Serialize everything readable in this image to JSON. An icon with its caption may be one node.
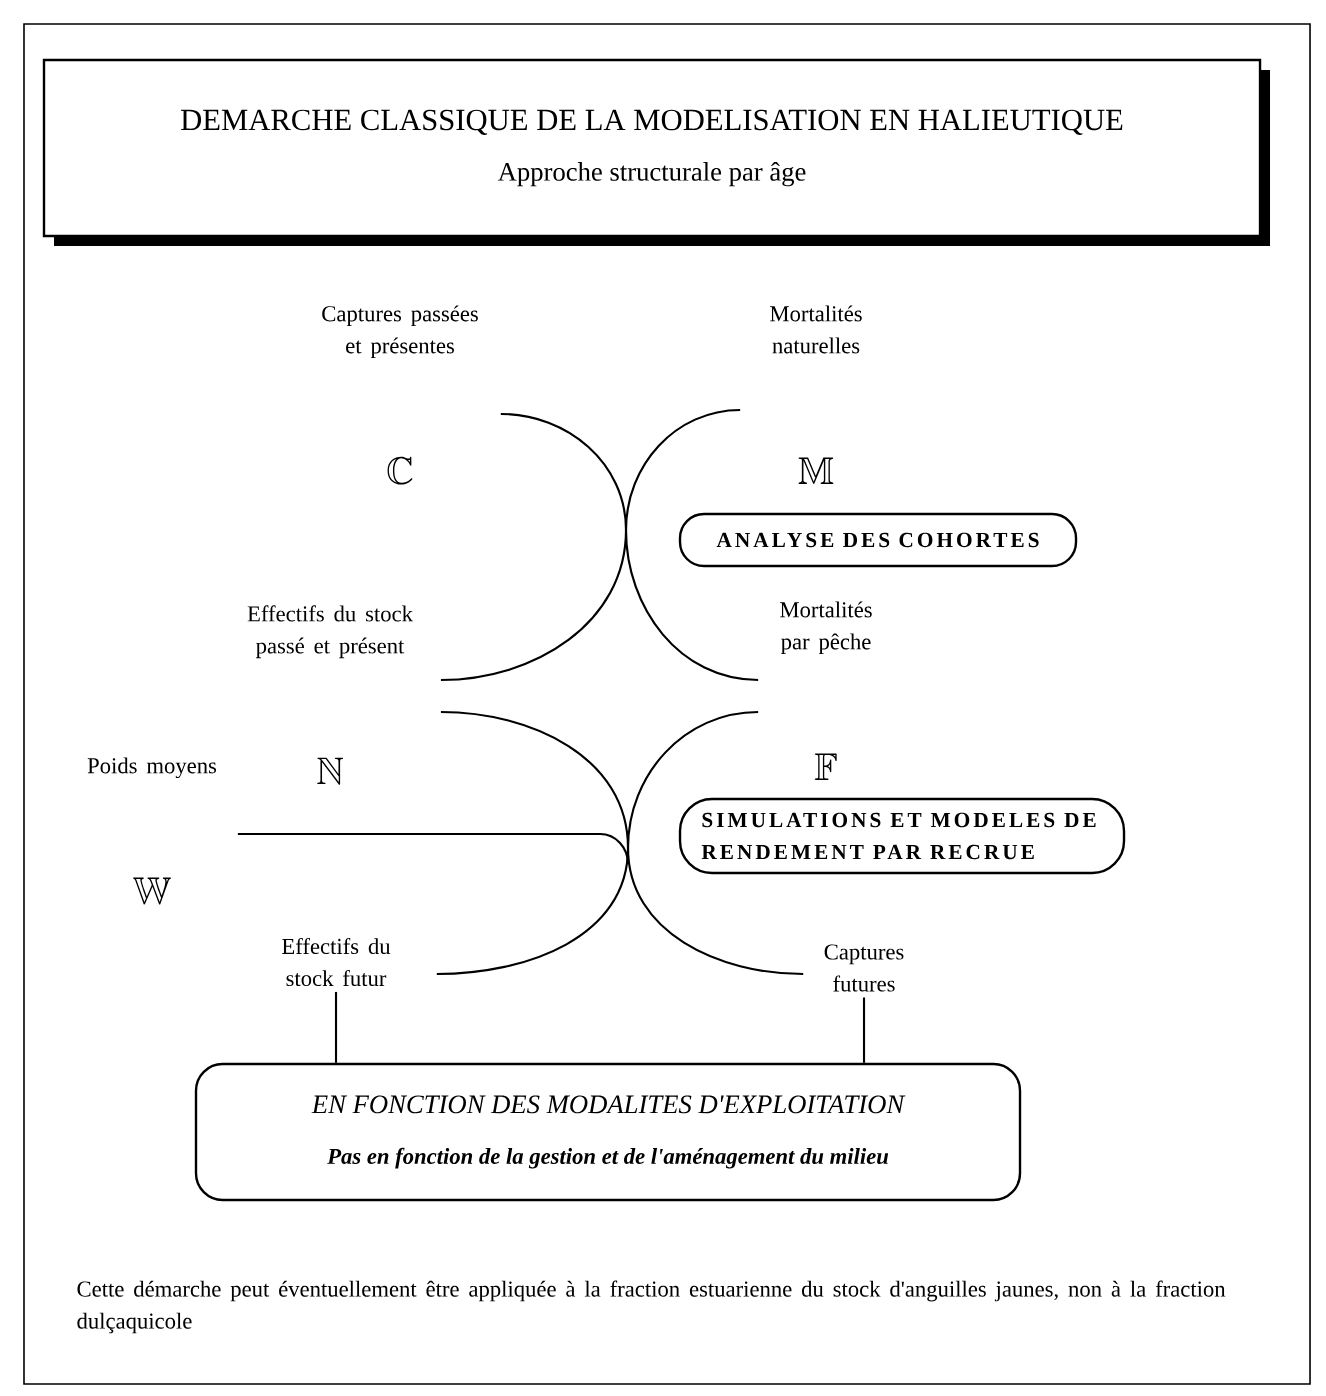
{
  "diagram": {
    "nodes": [
      {
        "text": [
          "DEMARCHE CLASSIQUE DE LA MODELISATION EN HALIEUTIQUE",
          "Approche structurale par âge"
        ]
      },
      {
        "text": [
          "Captures passées et présentes",
          "$\\mathbb{C}$"
        ]
      },
      {
        "text": [
          "Mortalités naturelles",
          "$\\mathbb{M}$"
        ]
      },
      {
        "text": [
          "ANALYSE DES COHORTES"
        ]
      },
      {
        "text": [
          "Effectifs du stock passé et présent",
          "$\\mathbb{N}$"
        ]
      },
      {
        "text": [
          "Mortalités par pêche",
          "$\\mathbb{F}$"
        ]
      },
      {
        "text": [
          "Poids moyens",
          "$\\mathbb{W}$"
        ]
      },
      {
        "text": [
          "SIMULATIONS ET MODELES DE RENDEMENT PAR RECRUE"
        ]
      },
      {
        "text": [
          "Effectifs du stock futur"
        ]
      },
      {
        "text": [
          "Captures futures"
        ]
      },
      {
        "text": [
          "EN FONCTION DES MODALITES D'EXPLOITATION",
          "Pas en fonction de la gestion et de l'aménagement du milieu"
        ]
      }
    ],
    "edges": [
      {
        "from": 1,
        "to": 4,
        "arrow": "none"
      },
      {
        "from": 2,
        "to": 5,
        "arrow": "none"
      },
      {
        "from": 4,
        "to": 8,
        "arrow": "none"
      },
      {
        "from": 5,
        "to": 9,
        "arrow": "none"
      },
      {
        "from": 6,
        "to": null,
        "arrow": "none"
      },
      {
        "from": 8,
        "to": 10,
        "arrow": "none"
      },
      {
        "from": 9,
        "to": 10,
        "arrow": "none"
      }
    ],
    "labels": [
      "Cette démarche peut éventuellement être appliquée  à la fraction estuarienne du stock d'anguilles jaunes, non à la fraction dulçaquicole"
    ]
  }
}
